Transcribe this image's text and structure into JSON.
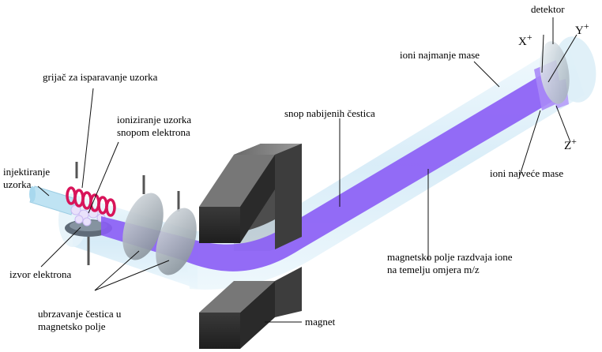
{
  "labels": {
    "heater": "grijač za isparavanje uzorka",
    "ionizing": "ioniziranje uzorka\nsnopom elektrona",
    "injecting": "injektiranje\nuzorka",
    "electron_source": "izvor elektrona",
    "acceleration": "ubrzavanje čestica u\nmagnetsko polje",
    "magnet": "magnet",
    "beam": "snop nabijenih čestica",
    "lightest_ions": "ioni najmanje mase",
    "heaviest_ions": "ioni najveće mase",
    "detector": "detektor",
    "field_separation": "magnetsko polje razdvaja ione\nna temelju omjera m/z"
  },
  "ions": {
    "x": "X",
    "y": "Y",
    "z": "Z",
    "charge": "+"
  },
  "colors": {
    "beam": "#8a5cf5",
    "tube": "#d6ecf7",
    "magnet": "#2e2e2e",
    "coil": "#d8145a"
  }
}
